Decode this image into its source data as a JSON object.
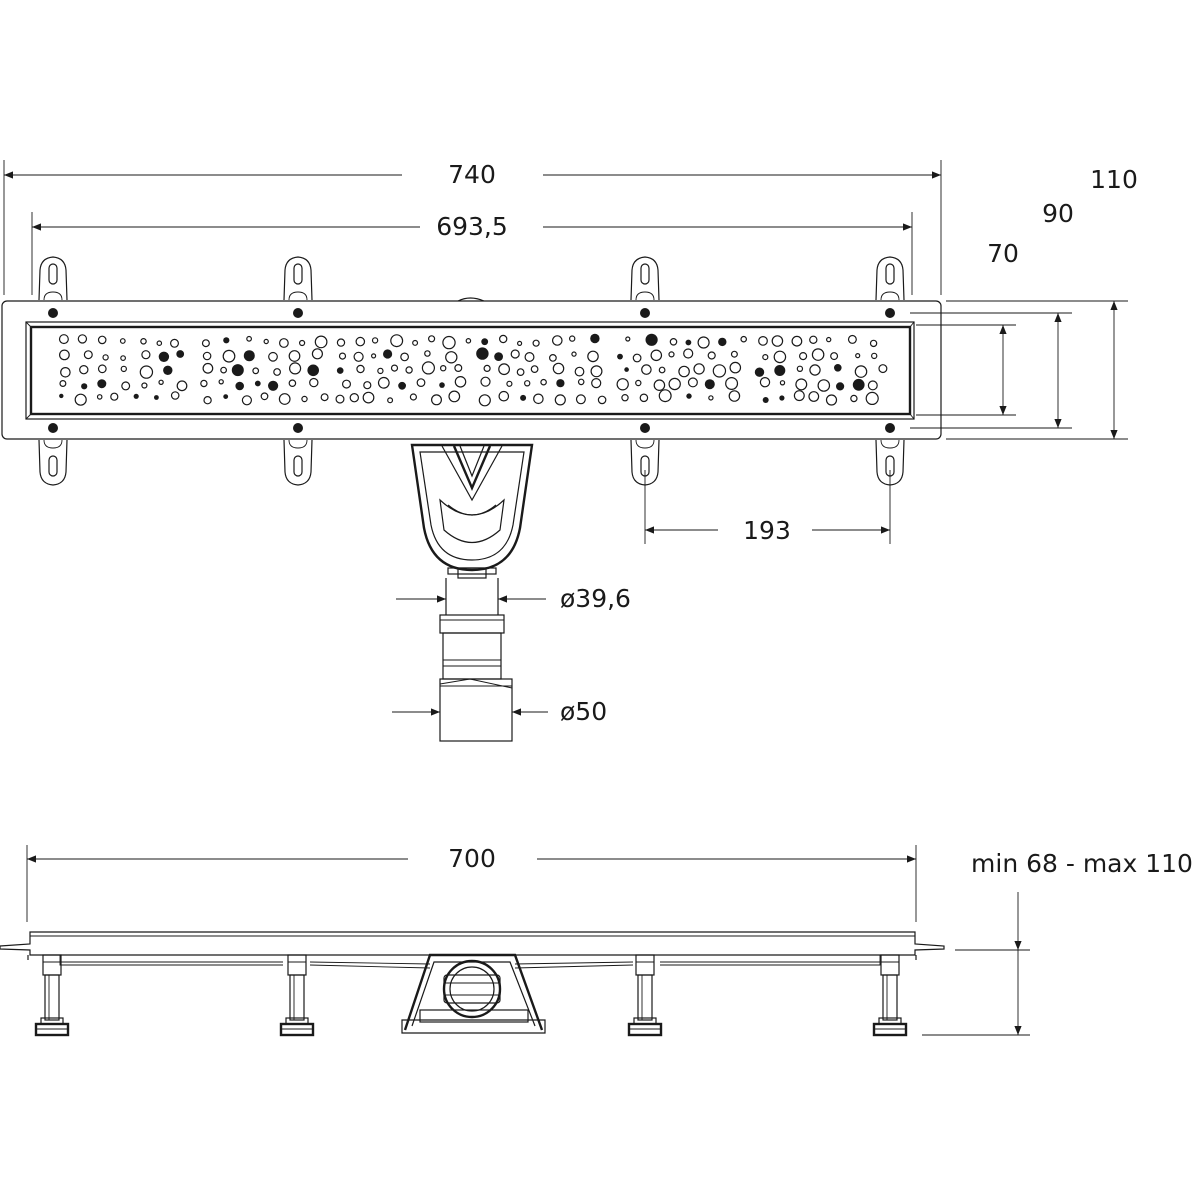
{
  "top_view": {
    "dims": {
      "overall_length": "740",
      "inner_length": "693,5",
      "height_total": "110",
      "height_90": "90",
      "height_70": "70",
      "bracket_spacing": "193",
      "outlet_diameter": "ø39,6",
      "pipe_diameter": "ø50"
    }
  },
  "side_view": {
    "dims": {
      "length": "700",
      "height_range": "min 68 - max 110"
    }
  }
}
